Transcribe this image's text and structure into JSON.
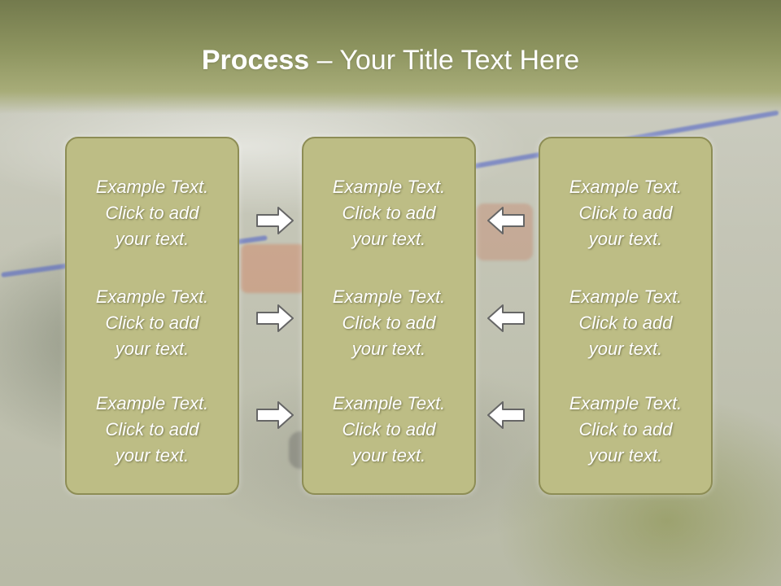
{
  "slide": {
    "title_bold": "Process",
    "title_rest": " – Your Title Text Here"
  },
  "columns": [
    {
      "items": [
        {
          "line1": "Example Text.",
          "line2": "Click  to add",
          "line3": "your text."
        },
        {
          "line1": "Example Text.",
          "line2": "Click  to add",
          "line3": "your text."
        },
        {
          "line1": "Example Text.",
          "line2": "Click  to add",
          "line3": "your text."
        }
      ]
    },
    {
      "items": [
        {
          "line1": "Example Text.",
          "line2": "Click  to add",
          "line3": "your text."
        },
        {
          "line1": "Example Text.",
          "line2": "Click  to add",
          "line3": "your text."
        },
        {
          "line1": "Example Text.",
          "line2": "Click  to add",
          "line3": "your text."
        }
      ]
    },
    {
      "items": [
        {
          "line1": "Example Text.",
          "line2": "Click  to add",
          "line3": "your text."
        },
        {
          "line1": "Example Text.",
          "line2": "Click  to add",
          "line3": "your text."
        },
        {
          "line1": "Example Text.",
          "line2": "Click  to add",
          "line3": "your text."
        }
      ]
    }
  ],
  "icons": {
    "right": "arrow-right-icon",
    "left": "arrow-left-icon"
  },
  "colors": {
    "title_band": "#8e9560",
    "box_fill": "#bdbd85",
    "box_border": "#8d8d55",
    "text": "#ffffff"
  }
}
